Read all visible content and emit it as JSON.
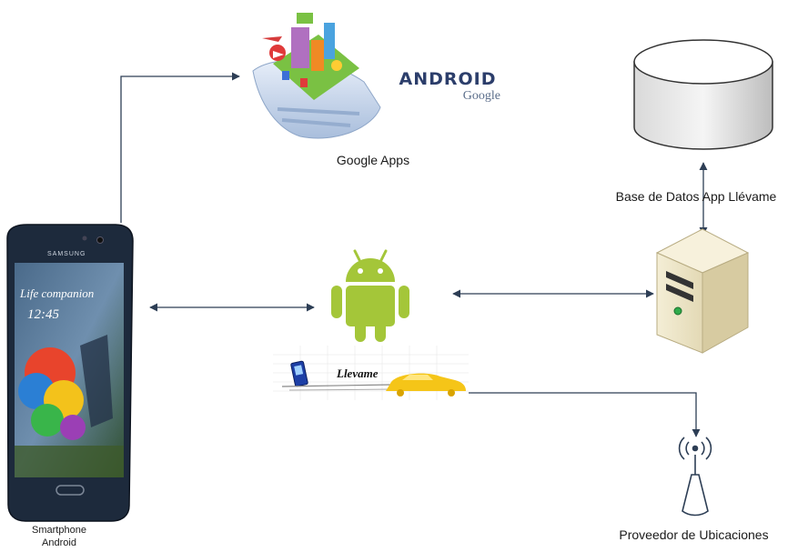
{
  "labels": {
    "google_apps": "Google Apps",
    "database": "Base de Datos App Llévame",
    "location_provider": "Proveedor de Ubicaciones",
    "phone_line1": "Smartphone",
    "phone_line2": "Android"
  },
  "logos": {
    "android_wordmark": "ANDROID",
    "google_wordmark": "Google",
    "app_brand": "Llevame",
    "phone_brand": "SAMSUNG",
    "phone_slogan": "Life companion",
    "phone_clock": "12:45"
  },
  "icons": {
    "phone": "smartphone-icon",
    "google_apps": "google-apps-icon",
    "android": "android-robot-icon",
    "server": "server-icon",
    "database": "database-cylinder-icon",
    "location": "antenna-icon"
  },
  "colors": {
    "connector": "#2d3e55",
    "android_green": "#a4c639",
    "android_wordmark": "#2c3e6b",
    "taxi_yellow": "#f5c518",
    "server_body": "#efe6c8"
  }
}
